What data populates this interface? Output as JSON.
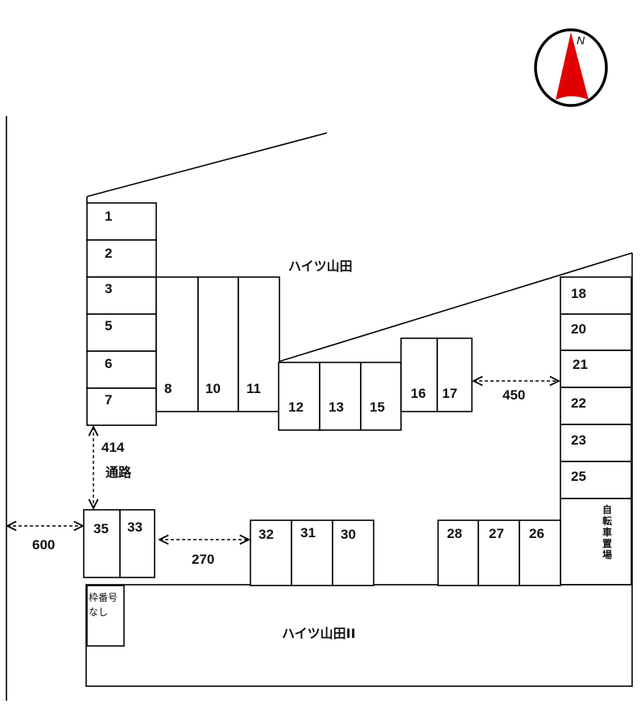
{
  "compass": {
    "label": "N",
    "icon": "north-arrow-icon",
    "needle_color": "#e00000"
  },
  "buildings": {
    "main": "ハイツ山田",
    "annex": "ハイツ山田II"
  },
  "passage_label": "通路",
  "bicycle_parking": [
    "自",
    "転",
    "車",
    "置",
    "場"
  ],
  "no_number_space": [
    "枠番号",
    "なし"
  ],
  "dimensions": {
    "passage_width": "414",
    "left_gap": "600",
    "middle_gap": "270",
    "right_gap": "450"
  },
  "spaces": {
    "left_column": [
      "1",
      "2",
      "3",
      "5",
      "6",
      "7"
    ],
    "upper_row_a": [
      "8",
      "10",
      "11"
    ],
    "upper_row_b": [
      "12",
      "13",
      "15"
    ],
    "upper_row_c": [
      "16",
      "17"
    ],
    "right_column": [
      "18",
      "20",
      "21",
      "22",
      "23",
      "25"
    ],
    "lower_left": [
      "35",
      "33"
    ],
    "lower_mid": [
      "32",
      "31",
      "30"
    ],
    "lower_right": [
      "28",
      "27",
      "26"
    ]
  }
}
